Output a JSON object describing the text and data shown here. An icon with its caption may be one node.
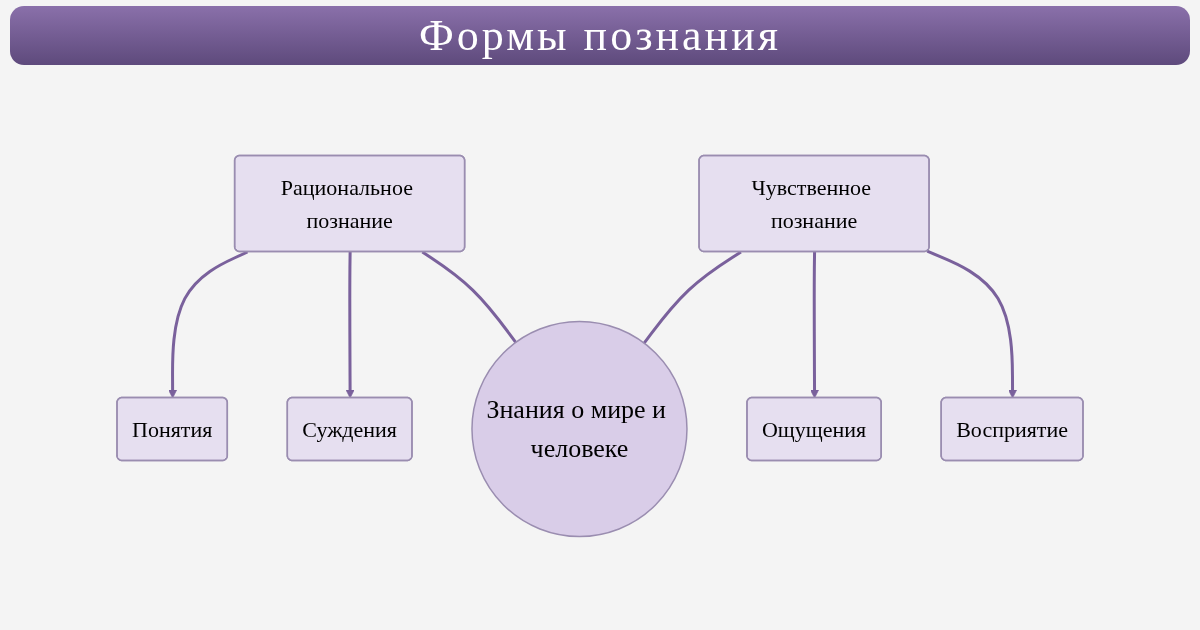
{
  "diagram": {
    "title": "Формы познания",
    "nodes": [
      {
        "text": [
          "Рациональное познание"
        ]
      },
      {
        "text": [
          "Чувственное познание"
        ]
      },
      {
        "text": [
          "Понятия"
        ]
      },
      {
        "text": [
          "Знания о мире и человеке"
        ]
      },
      {
        "text": [
          "Ощущения"
        ]
      },
      {
        "text": [
          "Суждения"
        ]
      },
      {
        "text": [
          "Восприятие"
        ]
      }
    ],
    "edges": [
      {
        "from": 0,
        "to": 2,
        "arrow": "to"
      },
      {
        "from": 0,
        "to": 5,
        "arrow": "to"
      },
      {
        "from": 0,
        "to": 3,
        "arrow": "none"
      },
      {
        "from": 1,
        "to": 3,
        "arrow": "none"
      },
      {
        "from": 1,
        "to": 4,
        "arrow": "to"
      },
      {
        "from": 1,
        "to": 6,
        "arrow": "to"
      }
    ]
  }
}
